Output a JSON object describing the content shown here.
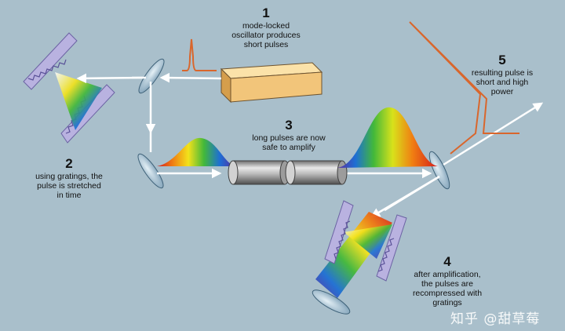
{
  "steps": [
    {
      "number": "1",
      "text_lines": [
        "mode-locked",
        "oscillator produces",
        "short pulses"
      ]
    },
    {
      "number": "2",
      "text_lines": [
        "using gratings, the",
        "pulse is stretched",
        "in time"
      ]
    },
    {
      "number": "3",
      "text_lines": [
        "long pulses are now",
        "safe to amplify"
      ]
    },
    {
      "number": "4",
      "text_lines": [
        "after amplification,",
        "the pulses are",
        "recompressed with",
        "gratings"
      ]
    },
    {
      "number": "5",
      "text_lines": [
        "resulting pulse is",
        "short and high",
        "power"
      ]
    }
  ],
  "watermark": "知乎 @甜草莓",
  "colors": {
    "background": "#a9bfcb",
    "beam": "#ffffff",
    "pulse_trace": "#d9662c",
    "oscillator_box": "#f2c57a",
    "grating": "#b9b2e0",
    "mirror": "#8fb1c8"
  }
}
